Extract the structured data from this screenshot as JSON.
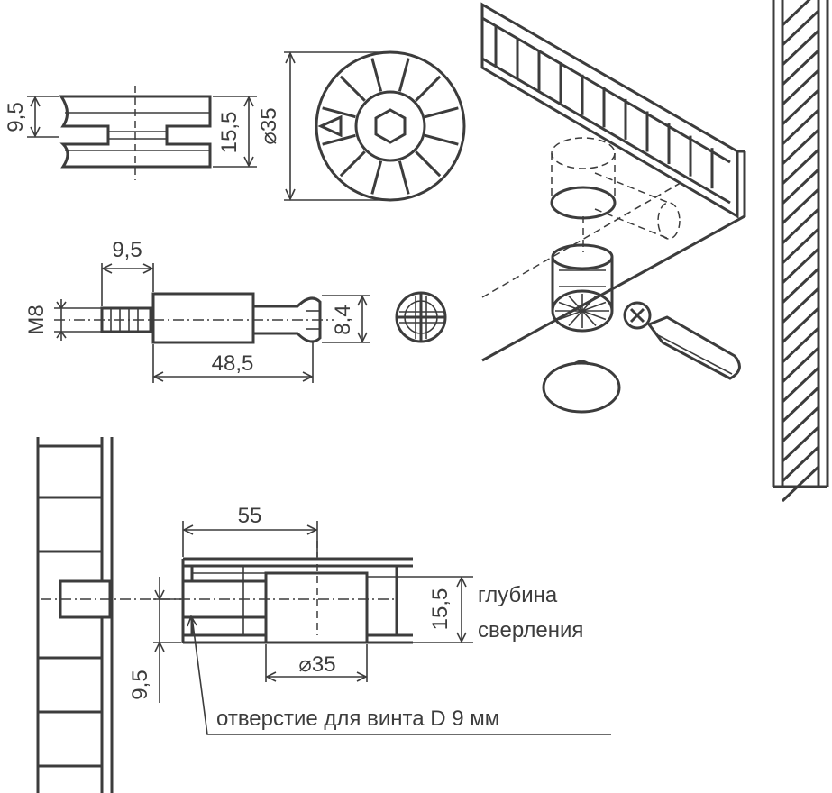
{
  "cam_side": {
    "dim_height": "9,5",
    "dim_total_height": "15,5"
  },
  "cam_top": {
    "dim_diameter": "⌀35"
  },
  "bolt": {
    "dim_thread": "M8",
    "dim_head_offset": "9,5",
    "dim_length": "48,5",
    "dim_shank": "8,4"
  },
  "assembly": {
    "dim_offset": "55",
    "dim_depth": "15,5",
    "dim_diameter": "⌀35",
    "dim_edge": "9,5",
    "label_depth_line1": "глубина",
    "label_depth_line2": "сверления",
    "label_screw_hole": "отверстие для винта D 9 мм"
  },
  "colors": {
    "line": "#3c3c3c",
    "background": "#ffffff"
  }
}
